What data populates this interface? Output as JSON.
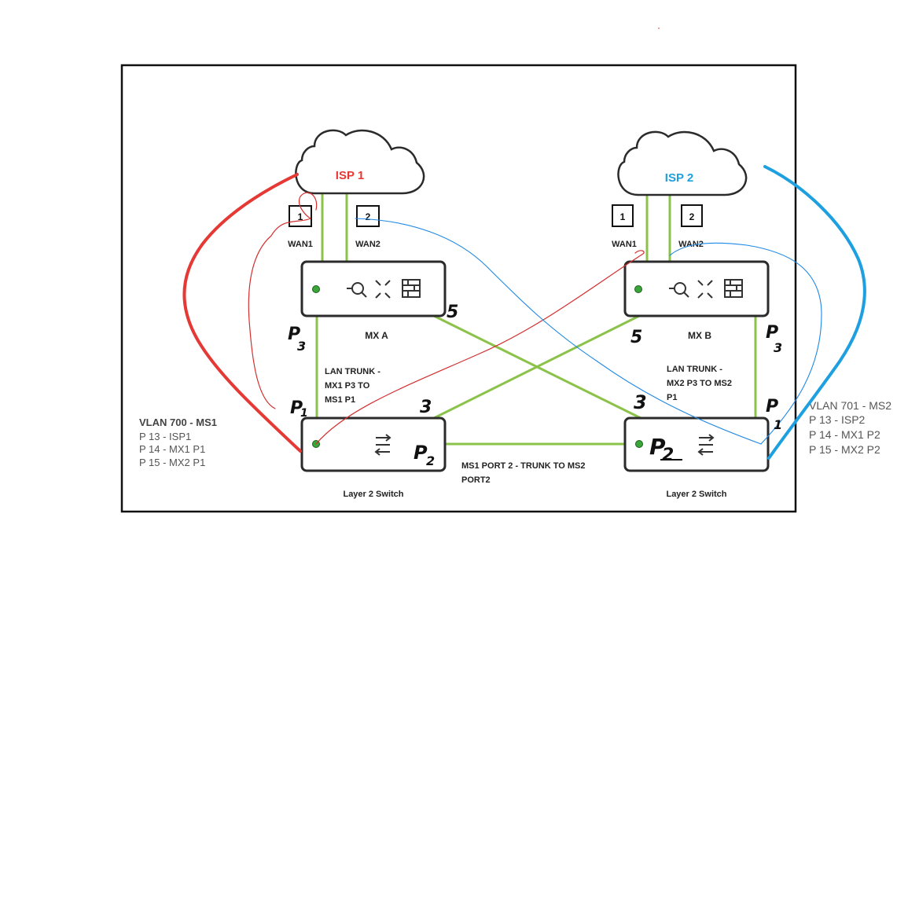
{
  "colors": {
    "link_green": "#8bc34a",
    "isp1_red": "#e53935",
    "isp2_blue": "#1ea0e0",
    "device_border": "#2b2b2b",
    "led_green": "#3aa63a",
    "annotation_red": "#d32f2f",
    "annotation_blue": "#1e88e5"
  },
  "isp1": {
    "label": "ISP 1"
  },
  "isp2": {
    "label": "ISP 2"
  },
  "wan_a": {
    "box1": "1",
    "box2": "2",
    "wan1_label": "WAN1",
    "wan2_label": "WAN2"
  },
  "wan_b": {
    "box1": "1",
    "box2": "2",
    "wan1_label": "WAN1",
    "wan2_label": "WAN2"
  },
  "mx_a": {
    "label": "MX A",
    "icons": [
      "vpn-icon",
      "routing-icon",
      "firewall-icon"
    ]
  },
  "mx_b": {
    "label": "MX B",
    "icons": [
      "vpn-icon",
      "routing-icon",
      "firewall-icon"
    ]
  },
  "switch1": {
    "label": "Layer 2 Switch",
    "icon": "switch-arrows-icon"
  },
  "switch2": {
    "label": "Layer 2 Switch",
    "icon": "switch-arrows-icon"
  },
  "trunk_a_lines": [
    "LAN TRUNK -",
    "MX1 P3 TO",
    "MS1 P1"
  ],
  "trunk_b_lines": [
    "LAN TRUNK -",
    "MX2 P3 TO MS2",
    "P1"
  ],
  "ms_trunk_lines": [
    "MS1 PORT 2 - TRUNK TO MS2",
    "PORT2"
  ],
  "vlan_ms1": {
    "title": "VLAN 700 - MS1",
    "ports": [
      "P 13 - ISP1",
      "P 14 - MX1 P1",
      "P 15 - MX2 P1"
    ]
  },
  "vlan_ms2": {
    "title": "VLAN 701 - MS2",
    "ports": [
      "P 13 - ISP2",
      "P 14 - MX1 P2",
      "P 15 - MX2 P2"
    ]
  },
  "handwritten": {
    "mxa_p3": "P",
    "mxa_p3_sub": "3",
    "mxa_5": "5",
    "mxb_5": "5",
    "mxb_p3": "P",
    "mxb_p3_sub": "3",
    "ms1_p1": "P",
    "ms1_p1_sub": "1",
    "ms1_3": "3",
    "ms1_p2": "P",
    "ms1_p2_sub": "2",
    "ms2_3": "3",
    "ms2_p2": "P",
    "ms2_p2_sub": "2",
    "ms2_p1": "P",
    "ms2_p1_sub": "1"
  }
}
